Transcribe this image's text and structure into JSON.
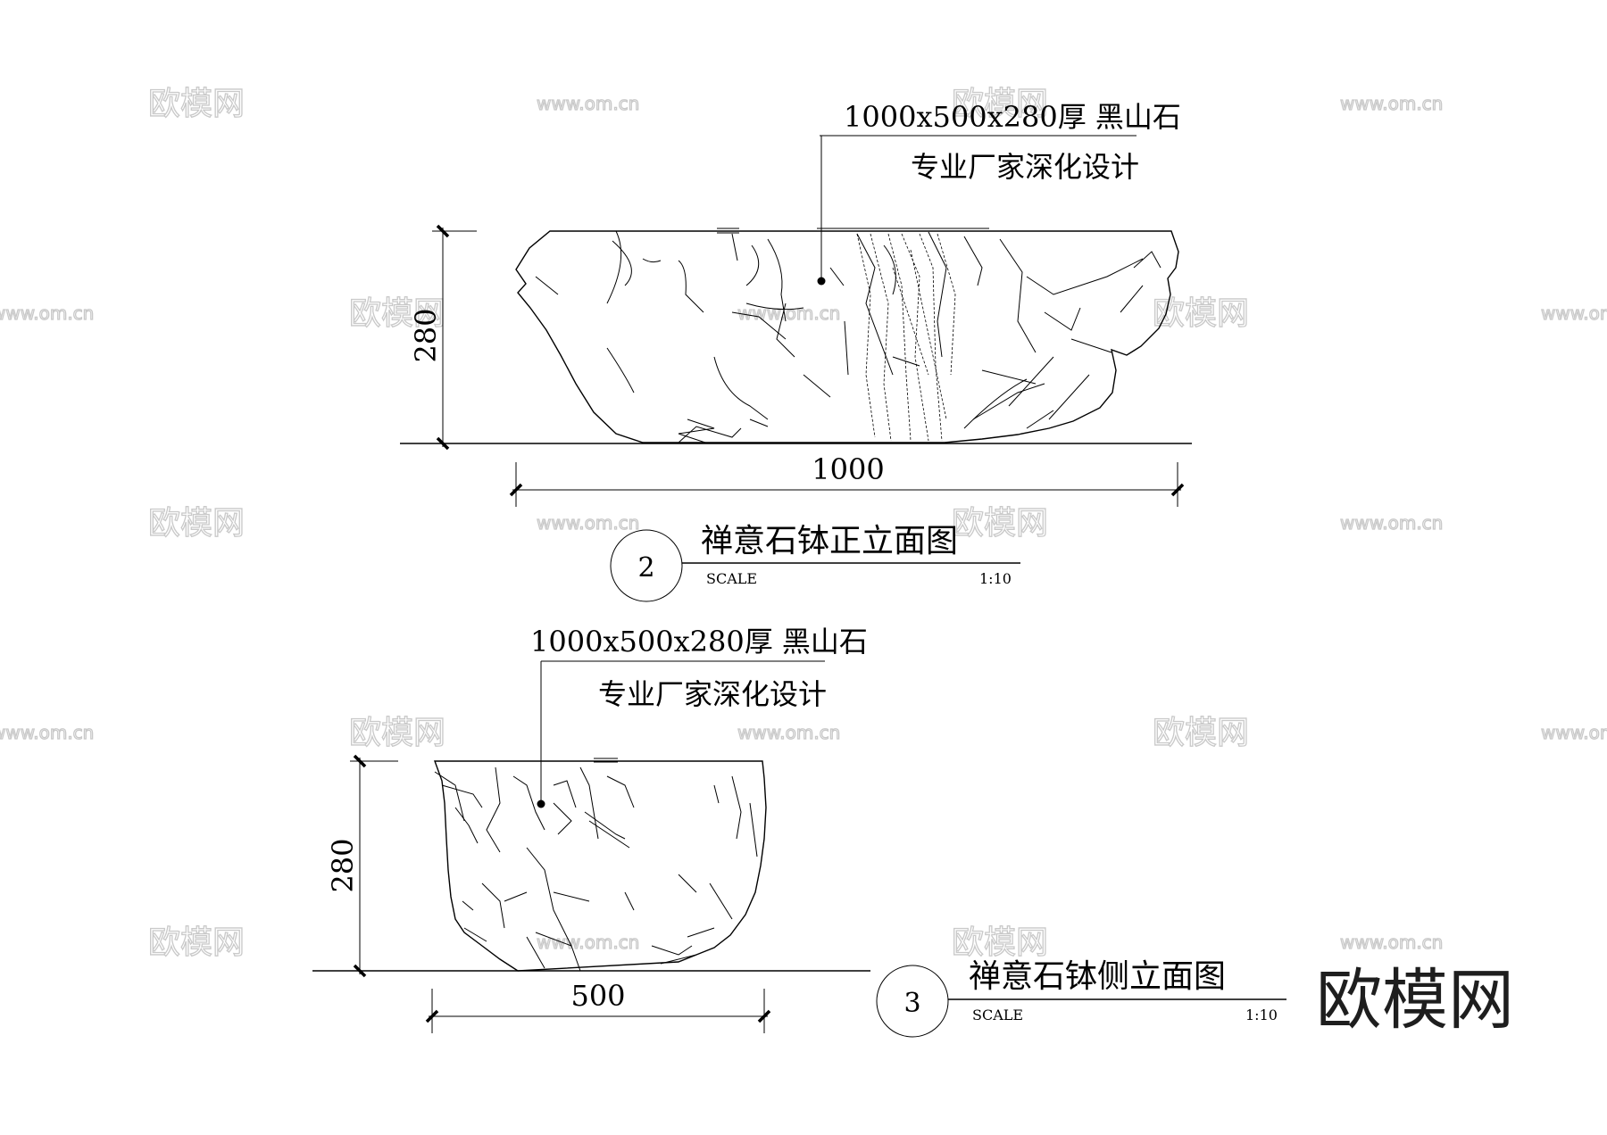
{
  "watermarks": {
    "brand": "欧模网",
    "site": "www.om.cn"
  },
  "front_view": {
    "callout_line1": "1000x500x280厚 黑山石",
    "callout_line2": "专业厂家深化设计",
    "dim_height": "280",
    "dim_width": "1000",
    "title": "禅意石钵正立面图",
    "number": "2",
    "scale_label": "SCALE",
    "scale_value": "1:10"
  },
  "side_view": {
    "callout_line1": "1000x500x280厚 黑山石",
    "callout_line2": "专业厂家深化设计",
    "dim_height": "280",
    "dim_width": "500",
    "title": "禅意石钵侧立面图",
    "number": "3",
    "scale_label": "SCALE",
    "scale_value": "1:10"
  },
  "logo_text": "欧模网"
}
